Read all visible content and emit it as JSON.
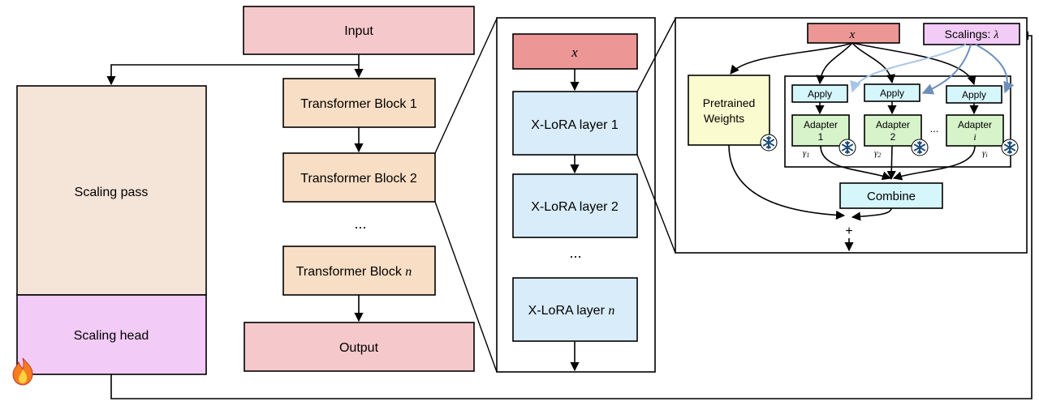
{
  "colors": {
    "pink": "#f5c9cb",
    "peach": "#f8dec4",
    "beige": "#f5e4d8",
    "lavender": "#f2cbf7",
    "red": "#ec9696",
    "light_blue": "#d8ecf9",
    "cyan": "#d5f6fb",
    "green": "#d6f3c9",
    "yellow": "#fbfbd0",
    "arrow_blue": "#6d8fb8",
    "arrow_lightblue": "#a8c6e6"
  },
  "left_panel": {
    "scaling_pass": "Scaling pass",
    "scaling_head": "Scaling head",
    "trainable_icon": "fire-icon"
  },
  "model_stack": {
    "input": "Input",
    "block_1": "Transformer Block 1",
    "block_2": "Transformer Block 2",
    "dots": "...",
    "block_n_prefix": "Transformer Block ",
    "block_n_var": "n",
    "output": "Output"
  },
  "layer_stack": {
    "x": "x",
    "layer_1": "X-LoRA layer 1",
    "layer_2": "X-LoRA layer 2",
    "dots": "...",
    "layer_n_prefix": "X-LoRA layer ",
    "layer_n_var": "n"
  },
  "detail": {
    "x": "x",
    "scalings_prefix": "Scalings: ",
    "scalings_var": "λ",
    "pretrained_line1": "Pretrained",
    "pretrained_line2": "Weights",
    "apply": "Apply",
    "adapter": "Adapter",
    "adapter_1_num": "1",
    "adapter_2_num": "2",
    "adapter_i_num": "i",
    "dots": "...",
    "gamma_1": "γ",
    "gamma_1_sub": "1",
    "gamma_2": "γ",
    "gamma_2_sub": "2",
    "gamma_i": "γ",
    "gamma_i_sub": "i",
    "combine": "Combine",
    "plus": "+",
    "frozen_icon": "snowflake-icon"
  }
}
